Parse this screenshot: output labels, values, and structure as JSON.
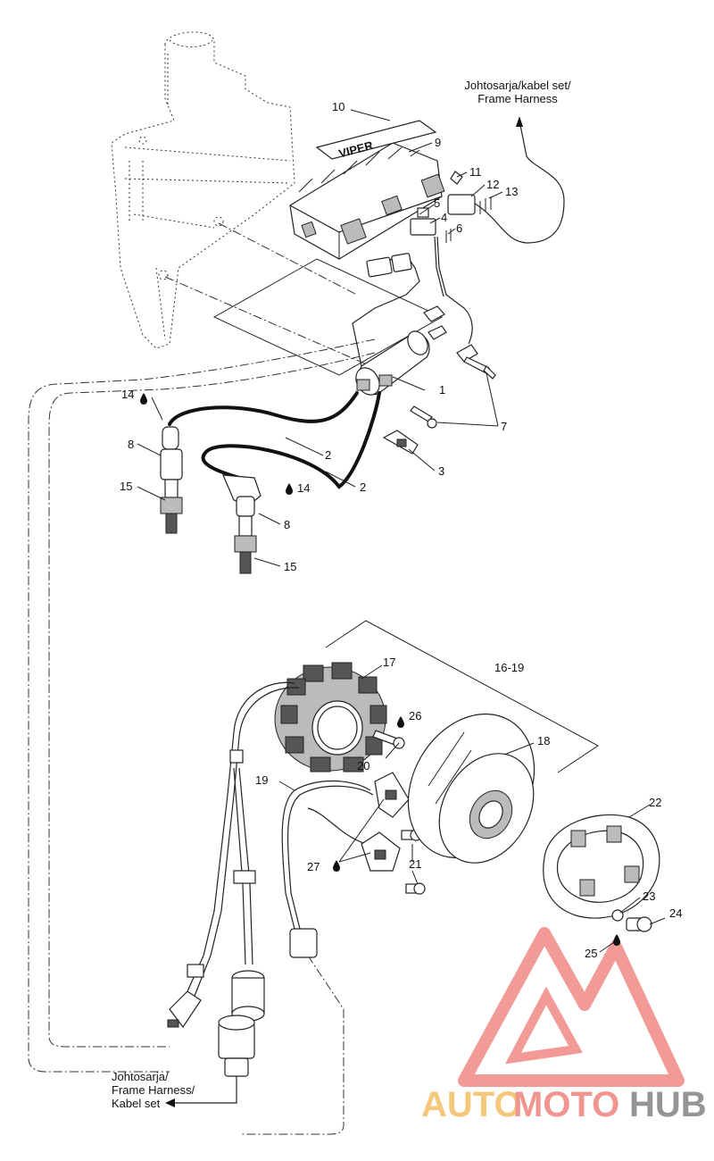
{
  "notes": {
    "top_harness_line1": "Johtosarja/kabel set/",
    "top_harness_line2": "Frame Harness",
    "bottom_harness_line1": "Johtosarja/",
    "bottom_harness_line2": "Frame Harness/",
    "bottom_harness_line3": "Kabel set"
  },
  "callouts": {
    "c1": "1",
    "c2a": "2",
    "c2b": "2",
    "c3": "3",
    "c4": "4",
    "c5": "5",
    "c6": "6",
    "c7": "7",
    "c8a": "8",
    "c8b": "8",
    "c9": "9",
    "c10": "10",
    "c11": "11",
    "c12": "12",
    "c13": "13",
    "c14a": "14",
    "c14b": "14",
    "c15a": "15",
    "c15b": "15",
    "c16_19": "16-19",
    "c17": "17",
    "c18": "18",
    "c19": "19",
    "c20": "20",
    "c21": "21",
    "c22": "22",
    "c23": "23",
    "c24": "24",
    "c25": "25",
    "c26": "26",
    "c27": "27"
  },
  "ecu_brand": "VIPER",
  "watermark": {
    "part1": "AUTO",
    "part2": "MOTO",
    "part3": "HUB",
    "color_orange": "#f5c16c",
    "color_red": "#f08a84",
    "color_gray": "#8a8a8a"
  }
}
